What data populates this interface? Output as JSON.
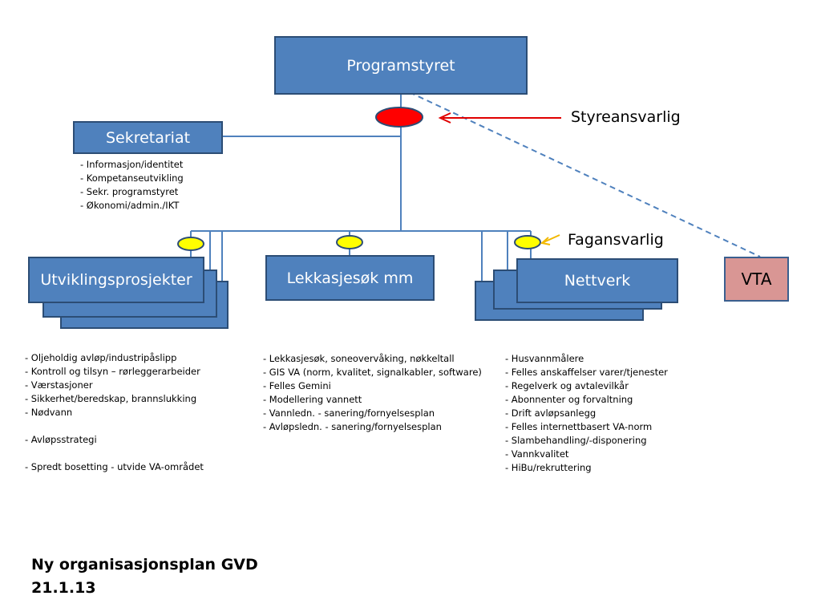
{
  "programstyret": {
    "label": "Programstyret"
  },
  "sekretariat": {
    "label": "Sekretariat",
    "items": [
      "- Informasjon/identitet",
      "- Kompetanseutvikling",
      "- Sekr. programstyret",
      "- Økonomi/admin./IKT"
    ]
  },
  "styreansvarlig": {
    "label": "Styreansvarlig"
  },
  "fagansvarlig": {
    "label": "Fagansvarlig"
  },
  "vta": {
    "label": "VTA"
  },
  "utvikling": {
    "label": "Utviklingsprosjekter",
    "items": [
      "- Oljeholdig avløp/industripåslipp",
      "- Kontroll og tilsyn – rørleggerarbeider",
      "- Værstasjoner",
      "- Sikkerhet/beredskap, brannslukking",
      "- Nødvann",
      "",
      "- Avløpsstrategi",
      "",
      "- Spredt bosetting -  utvide VA-området"
    ]
  },
  "lekkasje": {
    "label": "Lekkasjesøk mm",
    "items": [
      "- Lekkasjesøk, soneovervåking, nøkkeltall",
      "- GIS VA (norm, kvalitet, signalkabler, software)",
      "- Felles Gemini",
      "- Modellering vannett",
      "- Vannledn. - sanering/fornyelsesplan",
      "- Avløpsledn. - sanering/fornyelsesplan"
    ]
  },
  "nettverk": {
    "label": "Nettverk",
    "items": [
      "- Husvannmålere",
      "- Felles anskaffelser varer/tjenester",
      "- Regelverk og avtalevilkår",
      "- Abonnenter og forvaltning",
      "- Drift avløpsanlegg",
      "- Felles internettbasert VA-norm",
      "- Slambehandling/-disponering",
      "- Vannkvalitet",
      "- HiBu/rekruttering"
    ]
  },
  "footer": {
    "line1": "Ny organisasjonsplan GVD",
    "line2": "21.1.13"
  },
  "colors": {
    "box_fill": "#4f81bd",
    "box_border": "#2c4d75",
    "vta_fill": "#d99694",
    "red_marker": "#ff0000",
    "yellow_marker": "#ffff00",
    "arrow_red": "#e00000",
    "arrow_yellow": "#f2b800"
  }
}
